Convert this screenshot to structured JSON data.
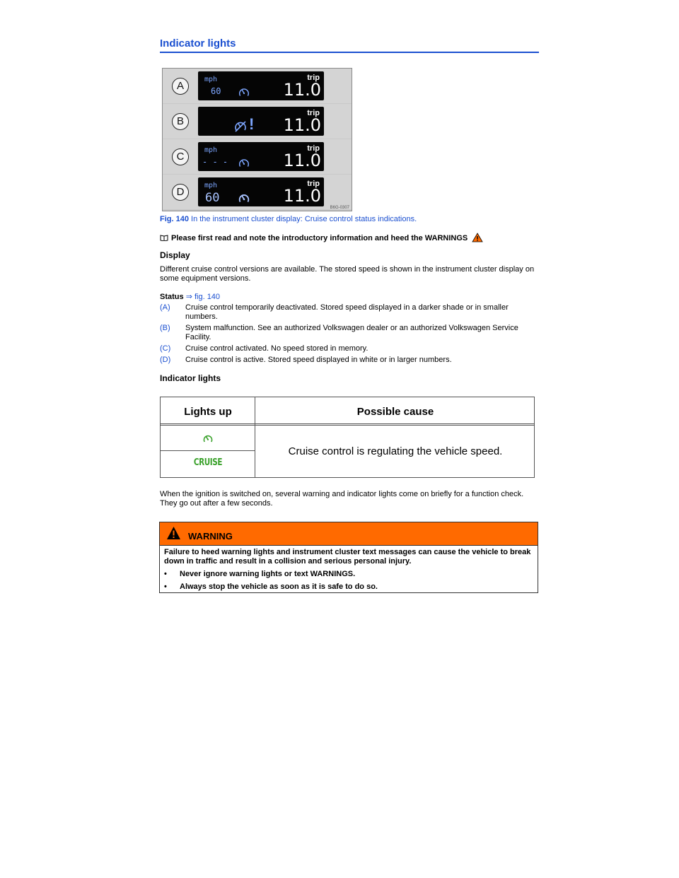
{
  "section_title": "Indicator lights",
  "figure": {
    "rows": [
      {
        "label": "A",
        "mph": "mph",
        "speed": "60",
        "trip": "trip",
        "dist": "11.0"
      },
      {
        "label": "B",
        "trip": "trip",
        "dist": "11.0",
        "warn": "!"
      },
      {
        "label": "C",
        "mph": "mph",
        "speed": "- - -",
        "trip": "trip",
        "dist": "11.0"
      },
      {
        "label": "D",
        "mph": "mph",
        "speed": "60",
        "trip": "trip",
        "dist": "11.0"
      }
    ],
    "code": "B6G-0307"
  },
  "caption": {
    "label": "Fig. 140",
    "text": " In the instrument cluster display: Cruise control status indications."
  },
  "intro": "Please first read and note the introductory information and heed the WARNINGS",
  "display_heading": "Display",
  "display_text": "Different cruise control versions are available. The stored speed is shown in the instrument cluster display on some equipment versions.",
  "status": {
    "label": "Status",
    "ref": "⇒ fig. 140",
    "items": [
      {
        "key": "(A)",
        "text": "Cruise control temporarily deactivated. Stored speed displayed in a darker shade or in smaller numbers."
      },
      {
        "key": "(B)",
        "text": "System malfunction. See an authorized Volkswagen dealer or an authorized Volkswagen Service Facility."
      },
      {
        "key": "(C)",
        "text": "Cruise control activated. No speed stored in memory."
      },
      {
        "key": "(D)",
        "text": "Cruise control is active. Stored speed displayed in white or in larger numbers."
      }
    ]
  },
  "indicator_heading": "Indicator lights",
  "table": {
    "col1": "Lights up",
    "col2": "Possible cause",
    "cruise_label": "CRUISE",
    "cause": "Cruise control is regulating the vehicle speed.",
    "green": "#3aa12b"
  },
  "ignition_text": "When the ignition is switched on, several warning and indicator lights come on briefly for a function check. They go out after a few seconds.",
  "warning": {
    "title": "WARNING",
    "color": "#ff6a00",
    "text": "Failure to heed warning lights and instrument cluster text messages can cause the vehicle to break down in traffic and result in a collision and serious personal injury.",
    "bullets": [
      "Never ignore warning lights or text WARNINGS.",
      "Always stop the vehicle as soon as it is safe to do so."
    ]
  }
}
